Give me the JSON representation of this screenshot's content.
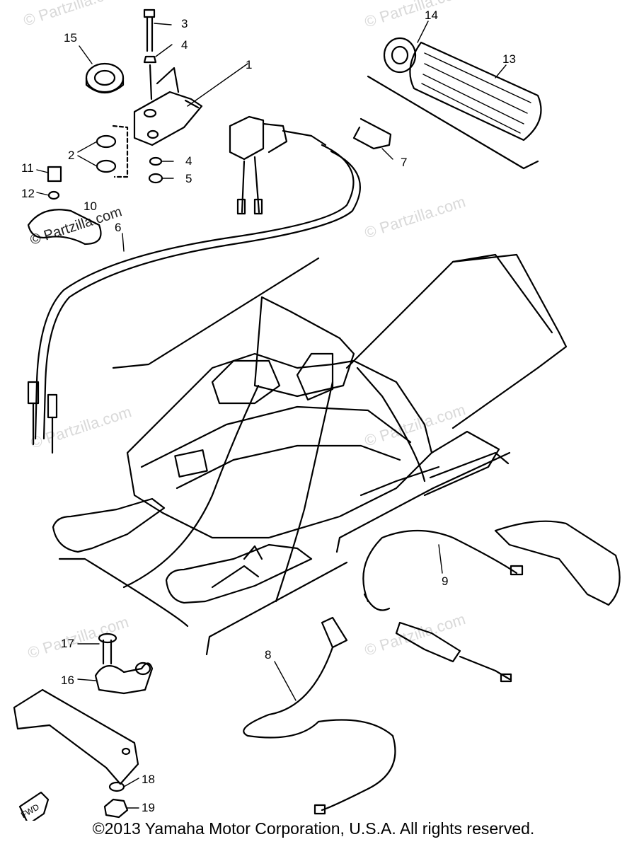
{
  "watermark": "© Partzilla.com",
  "copyright": "©2013 Yamaha Motor Corporation, U.S.A. All rights reserved.",
  "fwd_label": "FWD",
  "callouts": [
    "1",
    "2",
    "3",
    "4",
    "4",
    "5",
    "6",
    "7",
    "8",
    "9",
    "10",
    "11",
    "12",
    "13",
    "14",
    "15",
    "16",
    "17",
    "18",
    "19"
  ],
  "colors": {
    "line": "#000000",
    "watermark": "#d9d9d9",
    "background": "#ffffff"
  }
}
